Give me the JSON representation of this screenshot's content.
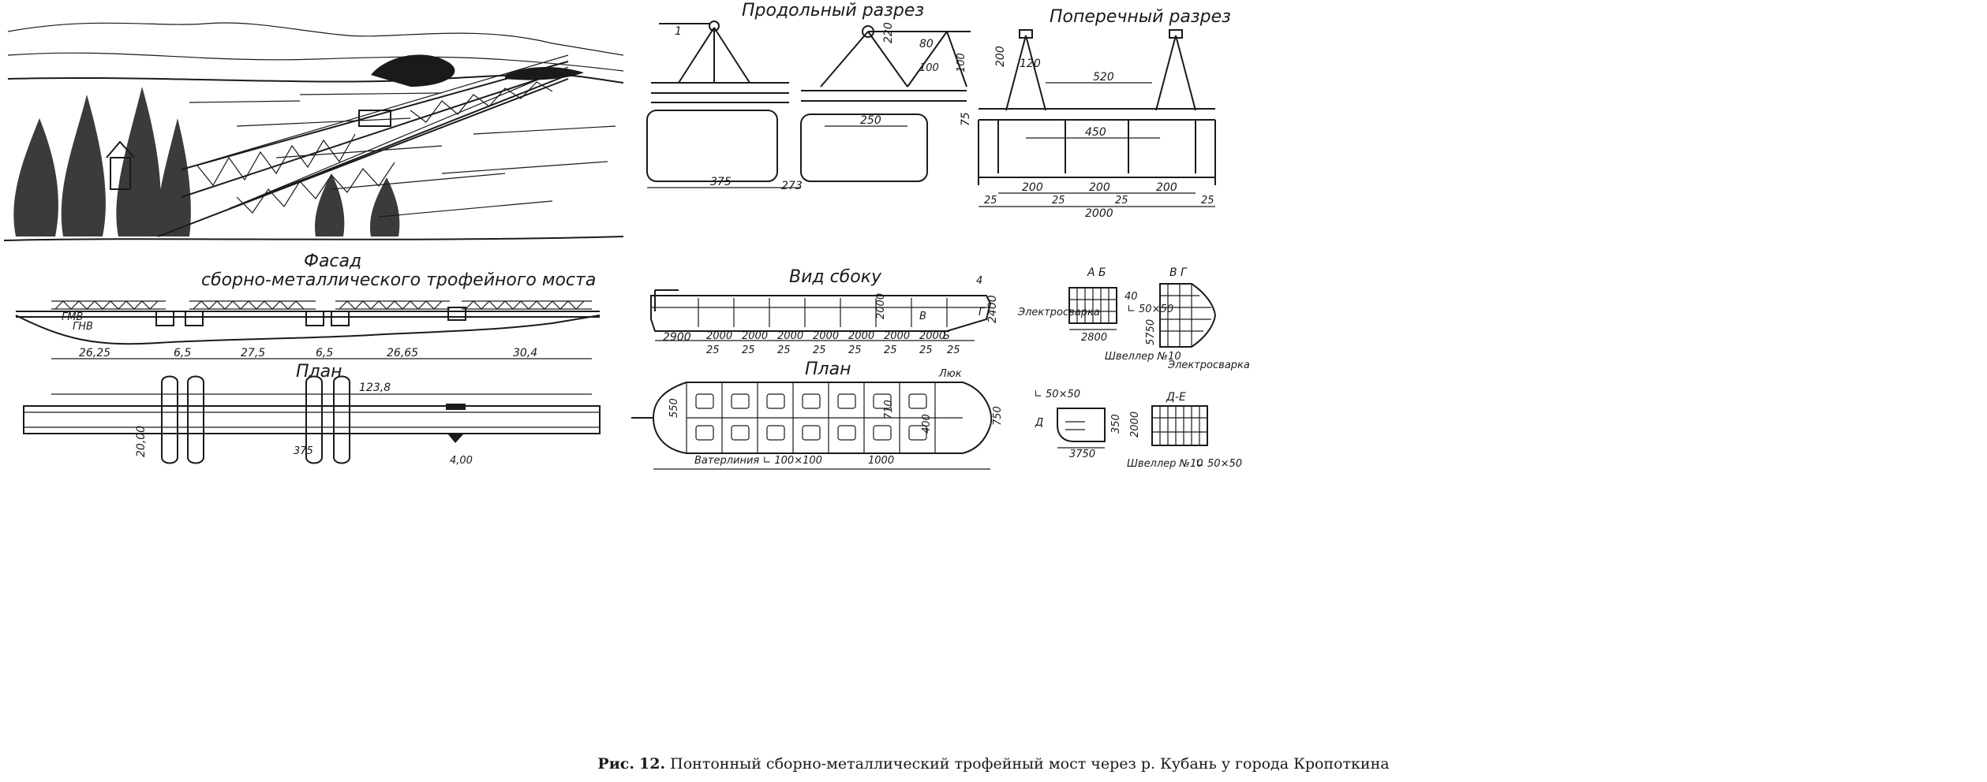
{
  "caption": {
    "label": "Рис.",
    "number": "12.",
    "text": "Понтонный сборно-металлический трофейный мост через р. Кубань у города Кропоткина"
  },
  "views": {
    "longitudinal_title": "Продольный разрез",
    "cross_title": "Поперечный разрез",
    "facade_title_1": "Фасад",
    "facade_title_2": "сборно-металлического трофейного моста",
    "plan_title": "План",
    "side_title": "Вид сбоку",
    "plan2_title": "План",
    "section_ab": "А Б",
    "section_vg": "В Г",
    "section_de": "Д-Е"
  },
  "longitudinal": {
    "d375": "375",
    "d273": "273",
    "d220": "220",
    "d80": "80",
    "d100a": "100",
    "d100b": "100",
    "d250": "250",
    "mark": "1"
  },
  "cross": {
    "d200v": "200",
    "d120": "120",
    "d520": "520",
    "d450": "450",
    "d75": "75",
    "s1": "200",
    "s2": "200",
    "s3": "200",
    "g1": "25",
    "g2": "25",
    "g3": "25",
    "g4": "25",
    "total": "2000"
  },
  "facade": {
    "gmv": "ГМВ",
    "gnv": "ГНВ",
    "spans": [
      "26,25",
      "6,5",
      "27,5",
      "6,5",
      "26,65",
      "30,4"
    ]
  },
  "plan": {
    "total": "123,8",
    "width": "20,00",
    "d375": "375",
    "d400": "4,00"
  },
  "side": {
    "first": "2900",
    "spans": [
      "2000",
      "2000",
      "2000",
      "2000",
      "2000",
      "2000",
      "2000"
    ],
    "gaps": [
      "25",
      "25",
      "25",
      "25",
      "25",
      "25",
      "25",
      "25"
    ],
    "height": "2400",
    "inner": "2000",
    "mark4": "4",
    "markV": "В",
    "markB": "Б",
    "markG": "Г"
  },
  "plan2": {
    "hatch": "Люк",
    "d550": "550",
    "d710": "710",
    "d750": "750",
    "d400": "400",
    "d1000": "1000",
    "waterline": "Ватерлиния ∟ 100×100"
  },
  "ab": {
    "weld": "Электросварка",
    "d40": "40",
    "angle": "∟ 50×50",
    "d2800": "2800",
    "channel": "Швеллер №10"
  },
  "vg": {
    "d5750": "5750",
    "weld": "Электросварка"
  },
  "de": {
    "angle": "∟ 50×50",
    "d350": "350",
    "d2000": "2000",
    "d3750": "3750",
    "mark": "Д",
    "channel": "Швеллер №10",
    "angle2": "∟ 50×50"
  }
}
